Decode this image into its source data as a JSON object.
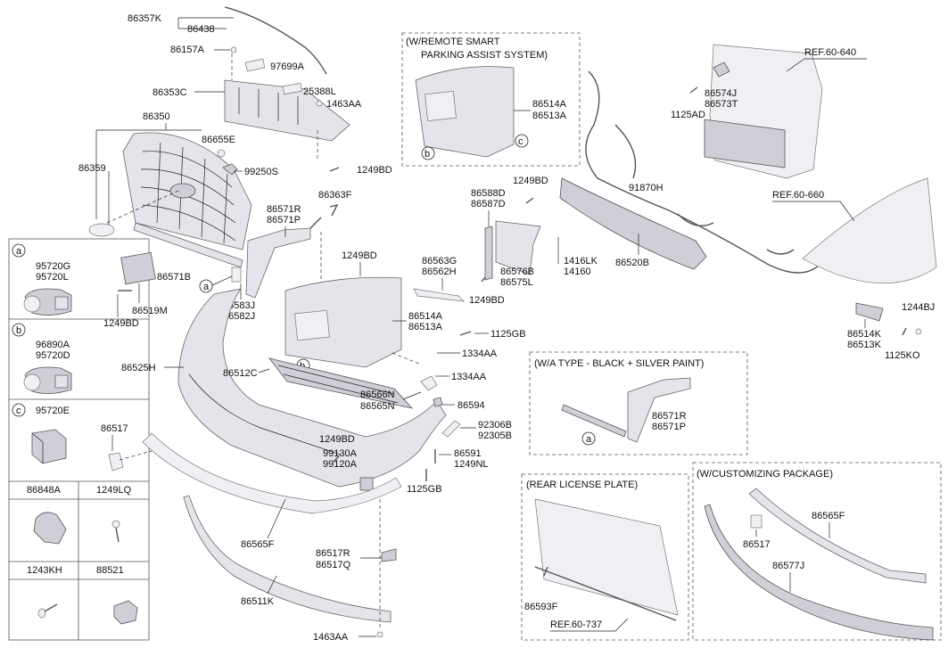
{
  "labels": {
    "l86357K": "86357K",
    "l86438": "86438",
    "l86157A": "86157A",
    "l97699A": "97699A",
    "l86353C": "86353C",
    "l25388L": "25388L",
    "l1463AA_top": "1463AA",
    "l86350": "86350",
    "l86655E": "86655E",
    "l86359": "86359",
    "l99250S": "99250S",
    "l1249BD_a": "1249BD",
    "l86363F": "86363F",
    "l86571R_a": "86571R",
    "l86571P_a": "86571P",
    "l86571B": "86571B",
    "l86519M": "86519M",
    "l1249BD_b": "1249BD",
    "l86583J": "86583J",
    "l86582J": "86582J",
    "l1249BD_c": "1249BD",
    "l86514A_a": "86514A",
    "l86513A_a": "86513A",
    "l86514A_b": "86514A",
    "l86513A_b": "86513A",
    "l1125GB_a": "1125GB",
    "l1334AA_a": "1334AA",
    "l1334AA_b": "1334AA",
    "l86525H": "86525H",
    "l86512C": "86512C",
    "l86566N": "86566N",
    "l86565N": "86565N",
    "l86594": "86594",
    "l92306B": "92306B",
    "l92305B": "92305B",
    "l86517_a": "86517",
    "l1249BD_d": "1249BD",
    "l99130A": "99130A",
    "l99120A": "99120A",
    "l86591": "86591",
    "l1249NL": "1249NL",
    "l1125GB_b": "1125GB",
    "l86565F_a": "86565F",
    "l86517R": "86517R",
    "l86517Q": "86517Q",
    "l86511K": "86511K",
    "l1463AA_bot": "1463AA",
    "l86563G": "86563G",
    "l86562H": "86562H",
    "l1249BD_e": "1249BD",
    "l86588D": "86588D",
    "l86587D": "86587D",
    "l1249BD_f": "1249BD",
    "l86576B": "86576B",
    "l86575L": "86575L",
    "l1416LK": "1416LK",
    "l14160": "14160",
    "l86520B": "86520B",
    "l91870H": "91870H",
    "l86574J": "86574J",
    "l86573T": "86573T",
    "l1125AD": "1125AD",
    "l86514K": "86514K",
    "l86513K": "86513K",
    "l1244BJ": "1244BJ",
    "l1125KO": "1125KO",
    "l86571R_b": "86571R",
    "l86571P_b": "86571P",
    "l86593F": "86593F",
    "l86565F_b": "86565F",
    "l86517_b": "86517",
    "l86577J": "86577J"
  },
  "refs": {
    "r640": "REF.60-640",
    "r660": "REF.60-660",
    "r737": "REF.60-737"
  },
  "boxes": {
    "remote_line1": "(W/REMOTE SMART",
    "remote_line2": "PARKING ASSIST SYSTEM)",
    "watype": "(W/A TYPE - BLACK + SILVER PAINT)",
    "rear_plate": "(REAR LICENSE PLATE)",
    "customizing": "(W/CUSTOMIZING PACKAGE)"
  },
  "legend": {
    "a_letter": "a",
    "a_part1": "95720G",
    "a_part2": "95720L",
    "b_letter": "b",
    "b_part1": "96890A",
    "b_part2": "95720D",
    "c_letter": "c",
    "c_part1": "95720E",
    "cell1": "86848A",
    "cell2": "1249LQ",
    "cell3": "1243KH",
    "cell4": "88521"
  },
  "callouts": {
    "a": "a",
    "b": "b",
    "c": "c"
  }
}
